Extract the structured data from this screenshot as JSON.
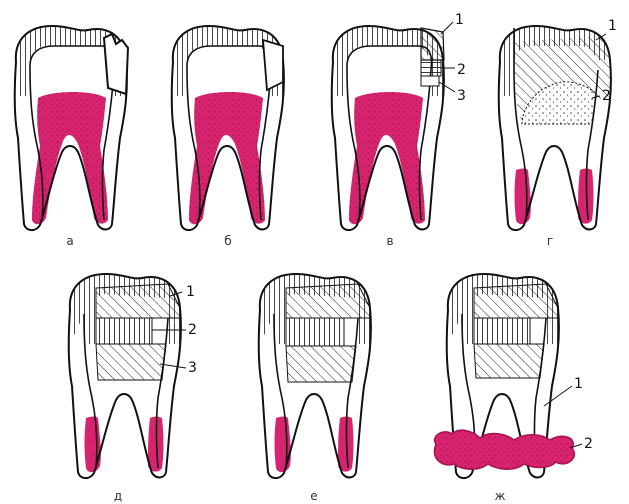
{
  "panels": [
    {
      "caption": "а",
      "labels": []
    },
    {
      "caption": "б",
      "labels": []
    },
    {
      "caption": "в",
      "labels": [
        "1",
        "2",
        "3"
      ]
    },
    {
      "caption": "г",
      "labels": [
        "1",
        "2"
      ]
    },
    {
      "caption": "д",
      "labels": [
        "1",
        "2",
        "3"
      ]
    },
    {
      "caption": "е",
      "labels": []
    },
    {
      "caption": "ж",
      "labels": [
        "1",
        "2"
      ]
    }
  ],
  "colors": {
    "pulp": "#d6246e",
    "pulp_dark": "#a8124f",
    "outline": "#111111",
    "hatch": "#222222"
  }
}
